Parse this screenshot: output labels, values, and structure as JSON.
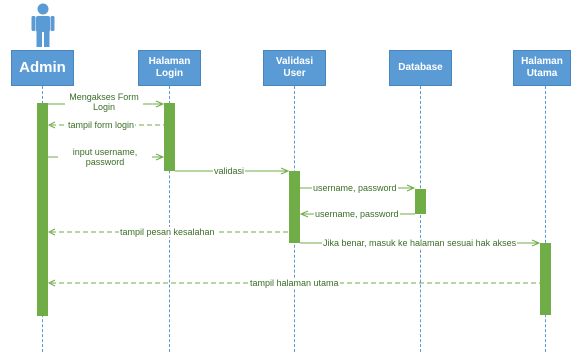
{
  "participants": [
    {
      "id": "admin",
      "label": "Admin",
      "is_actor": true
    },
    {
      "id": "login",
      "label": "Halaman Login"
    },
    {
      "id": "validasi",
      "label": "Validasi User"
    },
    {
      "id": "database",
      "label": "Database"
    },
    {
      "id": "utama",
      "label": "Halaman Utama"
    }
  ],
  "messages": [
    {
      "text": "Mengakses Form Login",
      "type": "sync"
    },
    {
      "text": "tampil form login",
      "type": "return"
    },
    {
      "text": "input username, password",
      "type": "sync"
    },
    {
      "text": "validasi",
      "type": "sync"
    },
    {
      "text": "username, password",
      "type": "sync"
    },
    {
      "text": "username, password",
      "type": "sync"
    },
    {
      "text": "tampil pesan kesalahan",
      "type": "return"
    },
    {
      "text": "Jika benar, masuk ke halaman sesuai hak akses",
      "type": "sync"
    },
    {
      "text": "tampil halaman utama",
      "type": "return"
    }
  ],
  "colors": {
    "header": "#5b9bd5",
    "activation": "#70ad47",
    "arrow": "#70ad47"
  }
}
